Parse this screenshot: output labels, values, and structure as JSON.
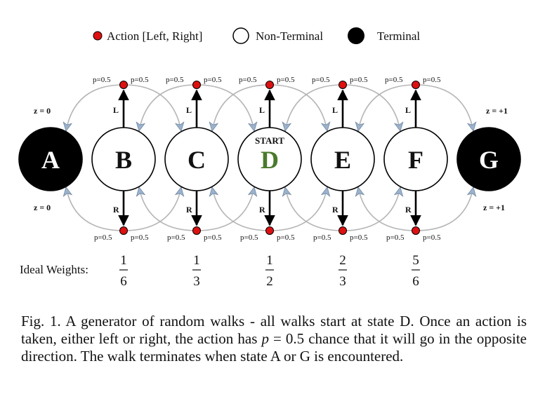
{
  "legend": {
    "action_label": "Action [Left, Right]",
    "nonterminal_label": "Non-Terminal",
    "terminal_label": "Terminal"
  },
  "states": [
    {
      "id": "A",
      "terminal": true
    },
    {
      "id": "B",
      "terminal": false
    },
    {
      "id": "C",
      "terminal": false
    },
    {
      "id": "D",
      "terminal": false,
      "start": true
    },
    {
      "id": "E",
      "terminal": false
    },
    {
      "id": "F",
      "terminal": false
    },
    {
      "id": "G",
      "terminal": true
    }
  ],
  "start_label": "START",
  "start_color": "#4a7a2c",
  "left_action_label": "L",
  "right_action_label": "R",
  "prob_label": "p=0.5",
  "reward_left": "z = 0",
  "reward_right": "z = +1",
  "ideal_weights_label": "Ideal Weights:",
  "ideal_weights": [
    {
      "num": "1",
      "den": "6"
    },
    {
      "num": "1",
      "den": "3"
    },
    {
      "num": "1",
      "den": "2"
    },
    {
      "num": "2",
      "den": "3"
    },
    {
      "num": "5",
      "den": "6"
    }
  ],
  "caption": {
    "part1": "Fig. 1.  A generator of random walks - all walks start at state D. Once an action is taken, either left or right, the action has ",
    "p_symbol": "p",
    "part2": " = 0.5 chance that it will go in the opposite direction. The walk terminates when state A or G is encountered."
  },
  "colors": {
    "action_dot": "#dd1111",
    "arc": "#b5b5b5",
    "arrowhead": "#9db3cc",
    "terminal": "#000000"
  }
}
